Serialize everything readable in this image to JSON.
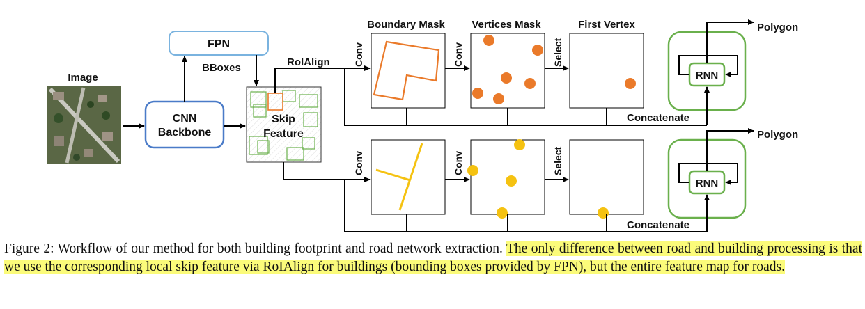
{
  "labels": {
    "image": "Image",
    "fpn": "FPN",
    "bboxes": "BBoxes",
    "cnn_line1": "CNN",
    "cnn_line2": "Backbone",
    "skip_line1": "Skip",
    "skip_line2": "Feature",
    "roialign": "RoIAlign",
    "conv": "Conv",
    "select": "Select",
    "boundary_mask": "Boundary Mask",
    "vertices_mask": "Vertices Mask",
    "first_vertex": "First Vertex",
    "concatenate": "Concatenate",
    "rnn": "RNN",
    "polygon": "Polygon"
  },
  "colors": {
    "building_accent": "#ea7a2a",
    "road_accent": "#f5c211",
    "box_blue": "#4a7bc8",
    "box_green": "#6ab04c",
    "caption_highlight": "#fbfb7a"
  },
  "caption": {
    "plain": "Figure 2: Workflow of our method for both building footprint and road network extraction. ",
    "highlighted": "The only difference between road and building processing is that we use the corresponding local skip feature via RoIAlign for buildings (bounding boxes provided by FPN), but the entire feature map for roads."
  }
}
